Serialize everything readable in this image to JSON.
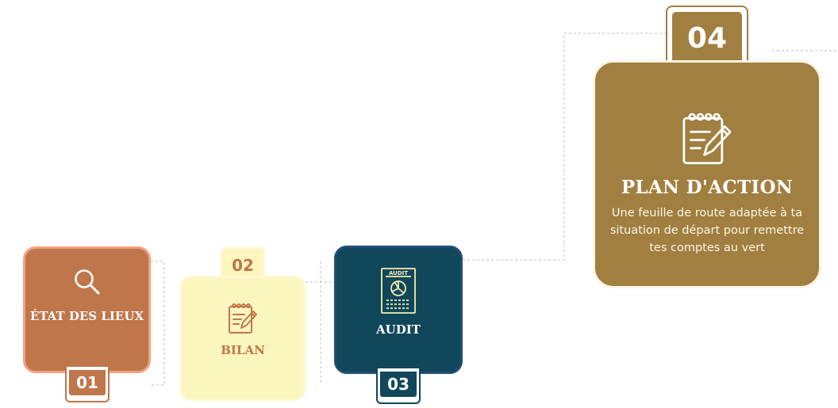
{
  "steps": [
    {
      "number": "01",
      "title": "ÉTAT DES LIEUX",
      "icon": "search-icon",
      "color": "#c0764b"
    },
    {
      "number": "02",
      "title": "BILAN",
      "icon": "notepad-pencil-icon",
      "color": "#fbf6bd"
    },
    {
      "number": "03",
      "title": "AUDIT",
      "icon": "audit-document-icon",
      "icon_label": "AUDIT",
      "color": "#11475a"
    },
    {
      "number": "04",
      "title": "PLAN D'ACTION",
      "icon": "notepad-pencil-icon",
      "color": "#a07f40",
      "description": "Une feuille de route adaptée à ta situation de départ pour remettre tes comptes au vert"
    }
  ]
}
